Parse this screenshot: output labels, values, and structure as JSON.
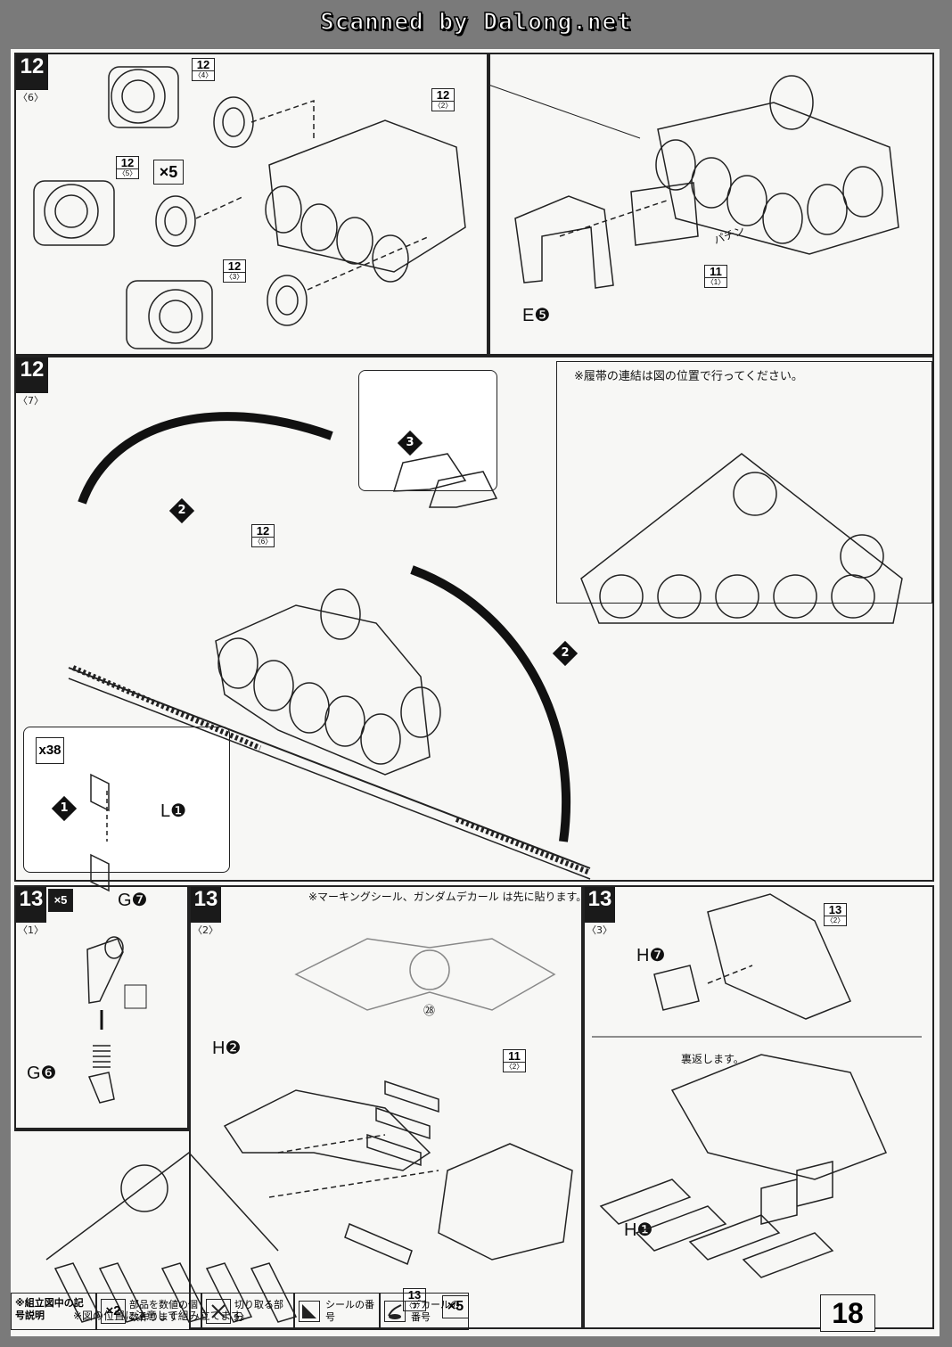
{
  "header": {
    "scan_credit": "Scanned by Dalong.net"
  },
  "steps": {
    "s12_6": {
      "num": "12",
      "sub": "〈6〉"
    },
    "s12_4": {
      "num": "12",
      "sub": "〈4〉"
    },
    "s12_2": {
      "num": "12",
      "sub": "〈2〉"
    },
    "s12_5": {
      "num": "12",
      "sub": "〈5〉",
      "times": "×5"
    },
    "s12_3": {
      "num": "12",
      "sub": "〈3〉"
    },
    "s11_1": {
      "num": "11",
      "sub": "〈1〉"
    },
    "part_e5": "E❺",
    "s12_7": {
      "num": "12",
      "sub": "〈7〉"
    },
    "s12_7_ref": {
      "num": "12",
      "sub": "〈6〉"
    },
    "track_note": "※履帯の連結は図の位置で行ってください。",
    "x38": "x38",
    "part_l1": "L❶",
    "s13_1": {
      "num": "13",
      "sub": "〈1〉",
      "times": "×5"
    },
    "part_g7": "G❼",
    "part_g6": "G❻",
    "s13_2": {
      "num": "13",
      "sub": "〈2〉"
    },
    "marking_note": "※マーキングシール、ガンダムデカール は先に貼ります。",
    "decal_num": "㉘",
    "part_h2": "H❷",
    "s11_2": {
      "num": "11",
      "sub": "〈2〉"
    },
    "s13_1_ref": {
      "num": "13",
      "sub": "〈1〉",
      "times": "×5"
    },
    "assembly_note": "※図の位置に注意して組み立てます。",
    "s13_3": {
      "num": "13",
      "sub": "〈3〉"
    },
    "part_h7": "H❼",
    "s13_2_ref": {
      "num": "13",
      "sub": "〈2〉"
    },
    "flip_note": "裏返します。",
    "part_h1": "H❶",
    "pachin": "パチン"
  },
  "legend": {
    "title": "※組立図中の記号説明",
    "item1_icon": "×2",
    "item1_text": "部品を数値の個数作ります",
    "item2_text": "切り取る部分",
    "item3_text": "シールの番号",
    "item4_text": "デカールの番号"
  },
  "page_number": "18"
}
